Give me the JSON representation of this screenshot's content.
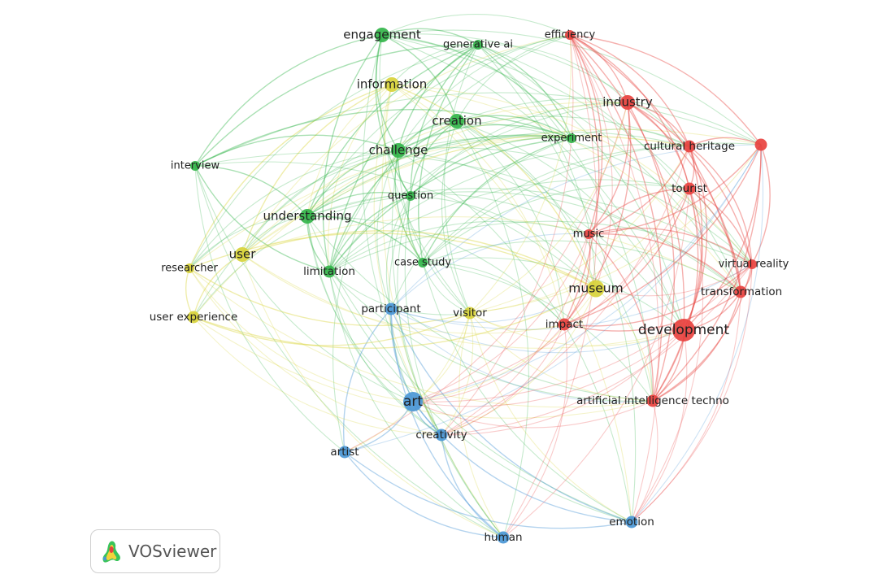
{
  "colors": {
    "red": "#e8423f",
    "green": "#33b54a",
    "blue": "#4a97d6",
    "yellow": "#d8d33a"
  },
  "badge": {
    "name": "VOSviewer",
    "icon": "vosviewer-logo-icon"
  },
  "clusters": [
    {
      "id": "red",
      "color": "#e8423f"
    },
    {
      "id": "green",
      "color": "#33b54a"
    },
    {
      "id": "blue",
      "color": "#4a97d6"
    },
    {
      "id": "yellow",
      "color": "#d8d33a"
    }
  ],
  "nodes": [
    {
      "id": "engagement",
      "label": "engagement",
      "cluster": "green",
      "weight": 3
    },
    {
      "id": "generative_ai",
      "label": "generative ai",
      "cluster": "green",
      "weight": 1
    },
    {
      "id": "information",
      "label": "information",
      "cluster": "yellow",
      "weight": 3
    },
    {
      "id": "creation",
      "label": "creation",
      "cluster": "green",
      "weight": 3
    },
    {
      "id": "challenge",
      "label": "challenge",
      "cluster": "green",
      "weight": 3
    },
    {
      "id": "experiment",
      "label": "experiment",
      "cluster": "green",
      "weight": 1
    },
    {
      "id": "interview",
      "label": "interview",
      "cluster": "green",
      "weight": 1
    },
    {
      "id": "question",
      "label": "question",
      "cluster": "green",
      "weight": 1
    },
    {
      "id": "understanding",
      "label": "understanding",
      "cluster": "green",
      "weight": 3
    },
    {
      "id": "user",
      "label": "user",
      "cluster": "yellow",
      "weight": 3
    },
    {
      "id": "researcher",
      "label": "researcher",
      "cluster": "yellow",
      "weight": 1
    },
    {
      "id": "limitation",
      "label": "limitation",
      "cluster": "green",
      "weight": 2
    },
    {
      "id": "case_study",
      "label": "case study",
      "cluster": "green",
      "weight": 1
    },
    {
      "id": "participant",
      "label": "participant",
      "cluster": "blue",
      "weight": 2
    },
    {
      "id": "visitor",
      "label": "visitor",
      "cluster": "yellow",
      "weight": 2
    },
    {
      "id": "user_experience",
      "label": "user experience",
      "cluster": "yellow",
      "weight": 2
    },
    {
      "id": "efficiency",
      "label": "efficiency",
      "cluster": "red",
      "weight": 1
    },
    {
      "id": "industry",
      "label": "industry",
      "cluster": "red",
      "weight": 3
    },
    {
      "id": "cultural_heritage",
      "label": "cultural heritage",
      "cluster": "red",
      "weight": 2
    },
    {
      "id": "tourist",
      "label": "tourist",
      "cluster": "red",
      "weight": 2
    },
    {
      "id": "music",
      "label": "music",
      "cluster": "red",
      "weight": 1
    },
    {
      "id": "virtual_reality",
      "label": "virtual reality",
      "cluster": "red",
      "weight": 1
    },
    {
      "id": "transformation",
      "label": "transformation",
      "cluster": "red",
      "weight": 2
    },
    {
      "id": "museum",
      "label": "museum",
      "cluster": "yellow",
      "weight": 4
    },
    {
      "id": "impact",
      "label": "impact",
      "cluster": "red",
      "weight": 2
    },
    {
      "id": "development",
      "label": "development",
      "cluster": "red",
      "weight": 6
    },
    {
      "id": "ai_techno",
      "label": "artificial intelligence techno",
      "cluster": "red",
      "weight": 2
    },
    {
      "id": "art",
      "label": "art",
      "cluster": "blue",
      "weight": 5
    },
    {
      "id": "creativity",
      "label": "creativity",
      "cluster": "blue",
      "weight": 2
    },
    {
      "id": "artist",
      "label": "artist",
      "cluster": "blue",
      "weight": 2
    },
    {
      "id": "human",
      "label": "human",
      "cluster": "blue",
      "weight": 2
    },
    {
      "id": "emotion",
      "label": "emotion",
      "cluster": "blue",
      "weight": 2
    },
    {
      "id": "unlabeled_red",
      "label": "",
      "cluster": "red",
      "weight": 2
    }
  ]
}
